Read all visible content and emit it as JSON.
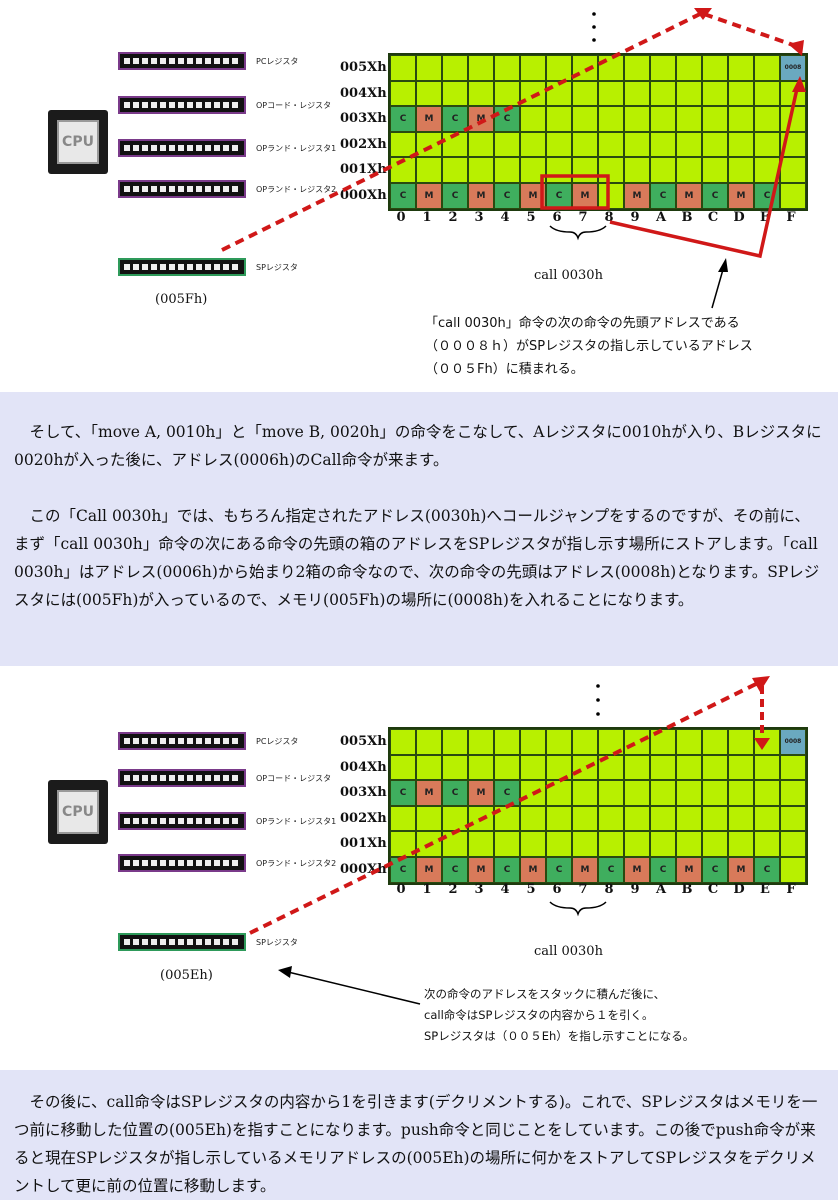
{
  "diagram1": {
    "registers": [
      "PCレジスタ",
      "OPコード・レジスタ",
      "OPランド・レジスタ1",
      "OPランド・レジスタ2",
      "SPレジスタ"
    ],
    "sp_value": "(005Fh)",
    "cpu_text": "CPU",
    "row_labels": [
      "005Xh",
      "004Xh",
      "003Xh",
      "002Xh",
      "001Xh",
      "000Xh"
    ],
    "col_labels": [
      "0",
      "1",
      "2",
      "3",
      "4",
      "5",
      "6",
      "7",
      "8",
      "9",
      "A",
      "B",
      "C",
      "D",
      "E",
      "F"
    ],
    "call_label": "call 0030h",
    "note_lines": [
      "「call 0030h」命令の次の命令の先頭アドレスである",
      "（０００８ｈ）がSPレジスタの指し示しているアドレス",
      "（００５Fh）に積まれる。"
    ]
  },
  "text1": {
    "p1": "そして、「move A, 0010h」と「move B, 0020h」の命令をこなして、Aレジスタに0010hが入り、Bレジスタに0020hが入った後に、アドレス(0006h)のCall命令が来ます。",
    "p2": "この「Call 0030h」では、もちろん指定されたアドレス(0030h)へコールジャンプをするのですが、その前に、まず「call 0030h」命令の次にある命令の先頭の箱のアドレスをSPレジスタが指し示す場所にストアします。「call 0030h」はアドレス(0006h)から始まり2箱の命令なので、次の命令の先頭はアドレス(0008h)となります。SPレジスタには(005Fh)が入っているので、メモリ(005Fh)の場所に(0008h)を入れることになります。"
  },
  "diagram2": {
    "registers": [
      "PCレジスタ",
      "OPコード・レジスタ",
      "OPランド・レジスタ1",
      "OPランド・レジスタ2",
      "SPレジスタ"
    ],
    "sp_value": "(005Eh)",
    "cpu_text": "CPU",
    "row_labels": [
      "005Xh",
      "004Xh",
      "003Xh",
      "002Xh",
      "001Xh",
      "000Xh"
    ],
    "col_labels": [
      "0",
      "1",
      "2",
      "3",
      "4",
      "5",
      "6",
      "7",
      "8",
      "9",
      "A",
      "B",
      "C",
      "D",
      "E",
      "F"
    ],
    "call_label": "call 0030h",
    "note_lines": [
      "次の命令のアドレスをスタックに積んだ後に、",
      "call命令はSPレジスタの内容から１を引く。",
      "SPレジスタは（００５Eh）を指し示すことになる。"
    ]
  },
  "text2": {
    "p1": "その後に、call命令はSPレジスタの内容から1を引きます(デクリメントする)。これで、SPレジスタはメモリを一つ前に移動した位置の(005Eh)を指すことになります。push命令と同じことをしています。この後でpush命令が来ると現在SPレジスタが指し示しているメモリアドレスの(005Eh)の場所に何かをストアしてSPレジスタをデクリメントして更に前の位置に移動します。"
  },
  "cell_letters": {
    "c": "C",
    "m": "M",
    "stack": "0008"
  },
  "colors": {
    "cell": "#b8f000",
    "code_cell": "#3fae5e",
    "mem_cell": "#d87a5a",
    "arrow": "#d01818",
    "band": "#e2e4f7"
  }
}
